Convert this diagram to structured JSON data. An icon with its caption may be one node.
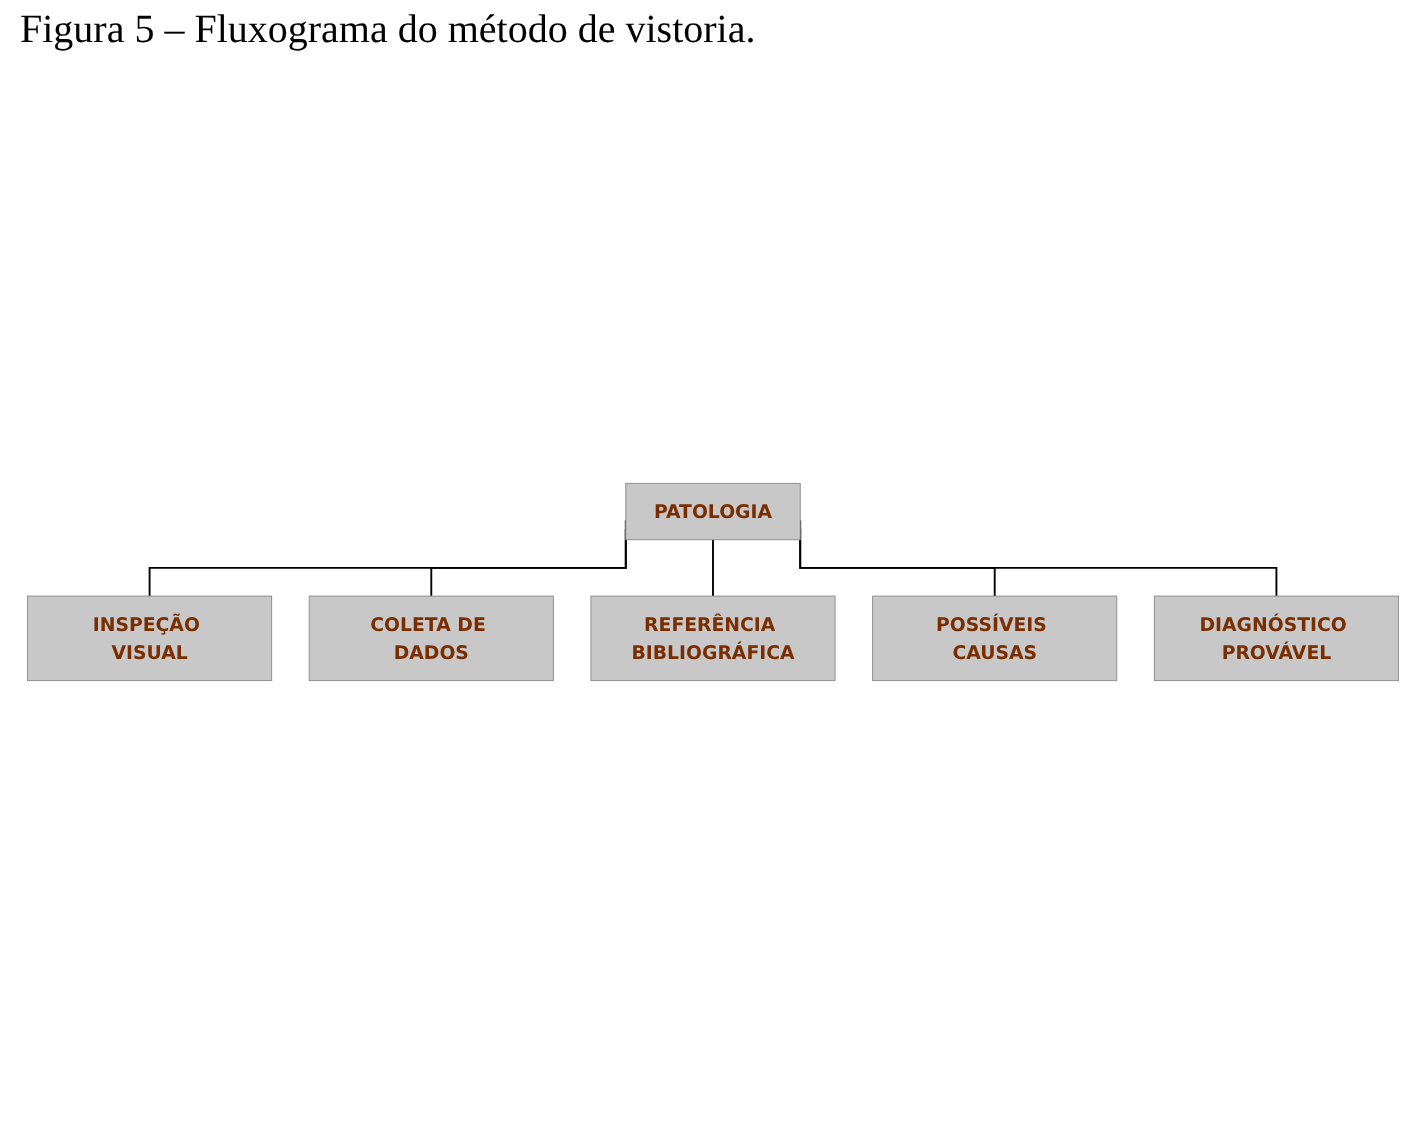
{
  "diagram": {
    "title": "Figura 5 – Fluxograma do método de vistoria.",
    "nodes": [
      {
        "text": [
          "PATOLOGIA"
        ]
      },
      {
        "text": [
          "INSPEÇÃO VISUAL"
        ]
      },
      {
        "text": [
          "COLETA DE DADOS"
        ]
      },
      {
        "text": [
          "REFERÊNCIA BIBLIOGRÁFICA"
        ]
      },
      {
        "text": [
          "POSSÍVEIS CAUSAS"
        ]
      },
      {
        "text": [
          "DIAGNÓSTICO PROVÁVEL"
        ]
      }
    ],
    "edges": [
      {
        "from": 0,
        "to": 1,
        "arrow": "none"
      },
      {
        "from": 0,
        "to": 2,
        "arrow": "none"
      },
      {
        "from": 0,
        "to": 3,
        "arrow": "none"
      },
      {
        "from": 0,
        "to": 4,
        "arrow": "none"
      },
      {
        "from": 0,
        "to": 5,
        "arrow": "none"
      }
    ]
  }
}
